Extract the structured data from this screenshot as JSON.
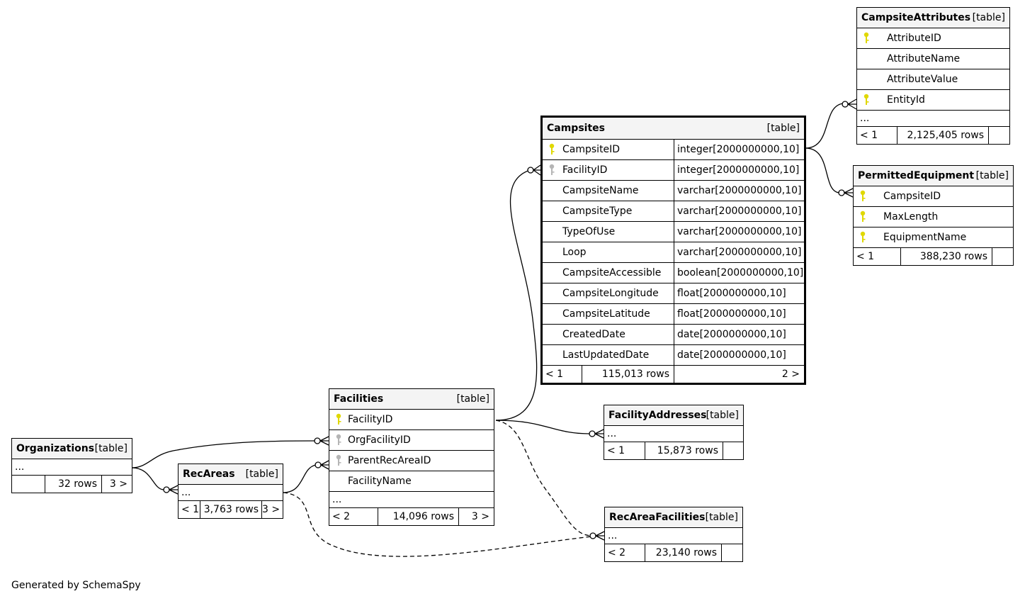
{
  "footer": "Generated by SchemaSpy",
  "table_kind": "[table]",
  "ellipsis": "...",
  "colors": {
    "primary_key": "#e0d800",
    "foreign_key": "#b5b5b5",
    "focus_border": "#000000",
    "header_bg": "#f4f4f4"
  },
  "tables": {
    "campsites": {
      "name": "Campsites",
      "columns": [
        {
          "name": "CampsiteID",
          "type": "integer[2000000000,10]",
          "key": "pk"
        },
        {
          "name": "FacilityID",
          "type": "integer[2000000000,10]",
          "key": "fk"
        },
        {
          "name": "CampsiteName",
          "type": "varchar[2000000000,10]",
          "key": ""
        },
        {
          "name": "CampsiteType",
          "type": "varchar[2000000000,10]",
          "key": ""
        },
        {
          "name": "TypeOfUse",
          "type": "varchar[2000000000,10]",
          "key": ""
        },
        {
          "name": "Loop",
          "type": "varchar[2000000000,10]",
          "key": ""
        },
        {
          "name": "CampsiteAccessible",
          "type": "boolean[2000000000,10]",
          "key": ""
        },
        {
          "name": "CampsiteLongitude",
          "type": "float[2000000000,10]",
          "key": ""
        },
        {
          "name": "CampsiteLatitude",
          "type": "float[2000000000,10]",
          "key": ""
        },
        {
          "name": "CreatedDate",
          "type": "date[2000000000,10]",
          "key": ""
        },
        {
          "name": "LastUpdatedDate",
          "type": "date[2000000000,10]",
          "key": ""
        }
      ],
      "parents": "< 1",
      "rows": "115,013 rows",
      "children": "2 >"
    },
    "campsite_attributes": {
      "name": "CampsiteAttributes",
      "columns": [
        {
          "name": "AttributeID",
          "key": "pk"
        },
        {
          "name": "AttributeName",
          "key": ""
        },
        {
          "name": "AttributeValue",
          "key": ""
        },
        {
          "name": "EntityId",
          "key": "pk"
        }
      ],
      "parents": "< 1",
      "rows": "2,125,405 rows",
      "children": ""
    },
    "permitted_equipment": {
      "name": "PermittedEquipment",
      "columns": [
        {
          "name": "CampsiteID",
          "key": "pk"
        },
        {
          "name": "MaxLength",
          "key": "pk"
        },
        {
          "name": "EquipmentName",
          "key": "pk"
        }
      ],
      "parents": "< 1",
      "rows": "388,230 rows",
      "children": ""
    },
    "facilities": {
      "name": "Facilities",
      "columns": [
        {
          "name": "FacilityID",
          "key": "pk"
        },
        {
          "name": "OrgFacilityID",
          "key": "fk"
        },
        {
          "name": "ParentRecAreaID",
          "key": "fk"
        },
        {
          "name": "FacilityName",
          "key": ""
        }
      ],
      "parents": "< 2",
      "rows": "14,096 rows",
      "children": "3 >"
    },
    "facility_addresses": {
      "name": "FacilityAddresses",
      "parents": "< 1",
      "rows": "15,873 rows",
      "children": ""
    },
    "rec_area_facilities": {
      "name": "RecAreaFacilities",
      "parents": "< 2",
      "rows": "23,140 rows",
      "children": ""
    },
    "organizations": {
      "name": "Organizations",
      "parents": "",
      "rows": "32 rows",
      "children": "3 >"
    },
    "rec_areas": {
      "name": "RecAreas",
      "parents": "< 1",
      "rows": "3,763 rows",
      "children": "3 >"
    }
  }
}
